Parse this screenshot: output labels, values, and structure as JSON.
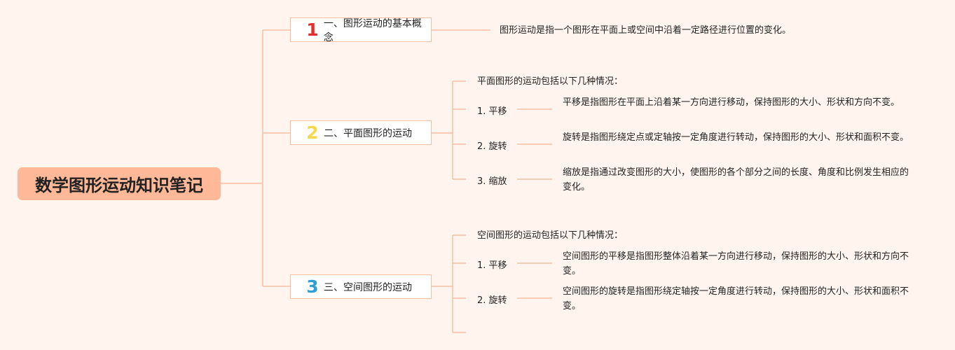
{
  "root": {
    "title": "数学图形运动知识笔记"
  },
  "branches": [
    {
      "number": "1",
      "number_color": "#e22e2e",
      "label": "一、图形运动的基本概念",
      "description": "图形运动是指一个图形在平面上或空间中沿着一定路径进行位置的变化。"
    },
    {
      "number": "2",
      "number_color": "#f5d94b",
      "label": "二、平面图形的运动",
      "intro": "平面图形的运动包括以下几种情况：",
      "items": [
        {
          "label": "1. 平移",
          "text": "平移是指图形在平面上沿着某一方向进行移动，保持图形的大小、形状和方向不变。"
        },
        {
          "label": "2. 旋转",
          "text": "旋转是指图形绕定点或定轴按一定角度进行转动，保持图形的大小、形状和面积不变。"
        },
        {
          "label": "3. 缩放",
          "text": "缩放是指通过改变图形的大小，使图形的各个部分之间的长度、角度和比例发生相应的变化。"
        }
      ]
    },
    {
      "number": "3",
      "number_color": "#2a9fd8",
      "label": "三、空间图形的运动",
      "intro": "空间图形的运动包括以下几种情况：",
      "items": [
        {
          "label": "1. 平移",
          "text": "空间图形的平移是指图形整体沿着某一方向进行移动，保持图形的大小、形状和方向不变。"
        },
        {
          "label": "2. 旋转",
          "text": "空间图形的旋转是指图形绕定轴按一定角度进行转动，保持图形的大小、形状和面积不变。"
        }
      ]
    }
  ],
  "colors": {
    "line": "#f5bfa4",
    "root_fill": "#ffb998",
    "background": "#fff5ee"
  }
}
